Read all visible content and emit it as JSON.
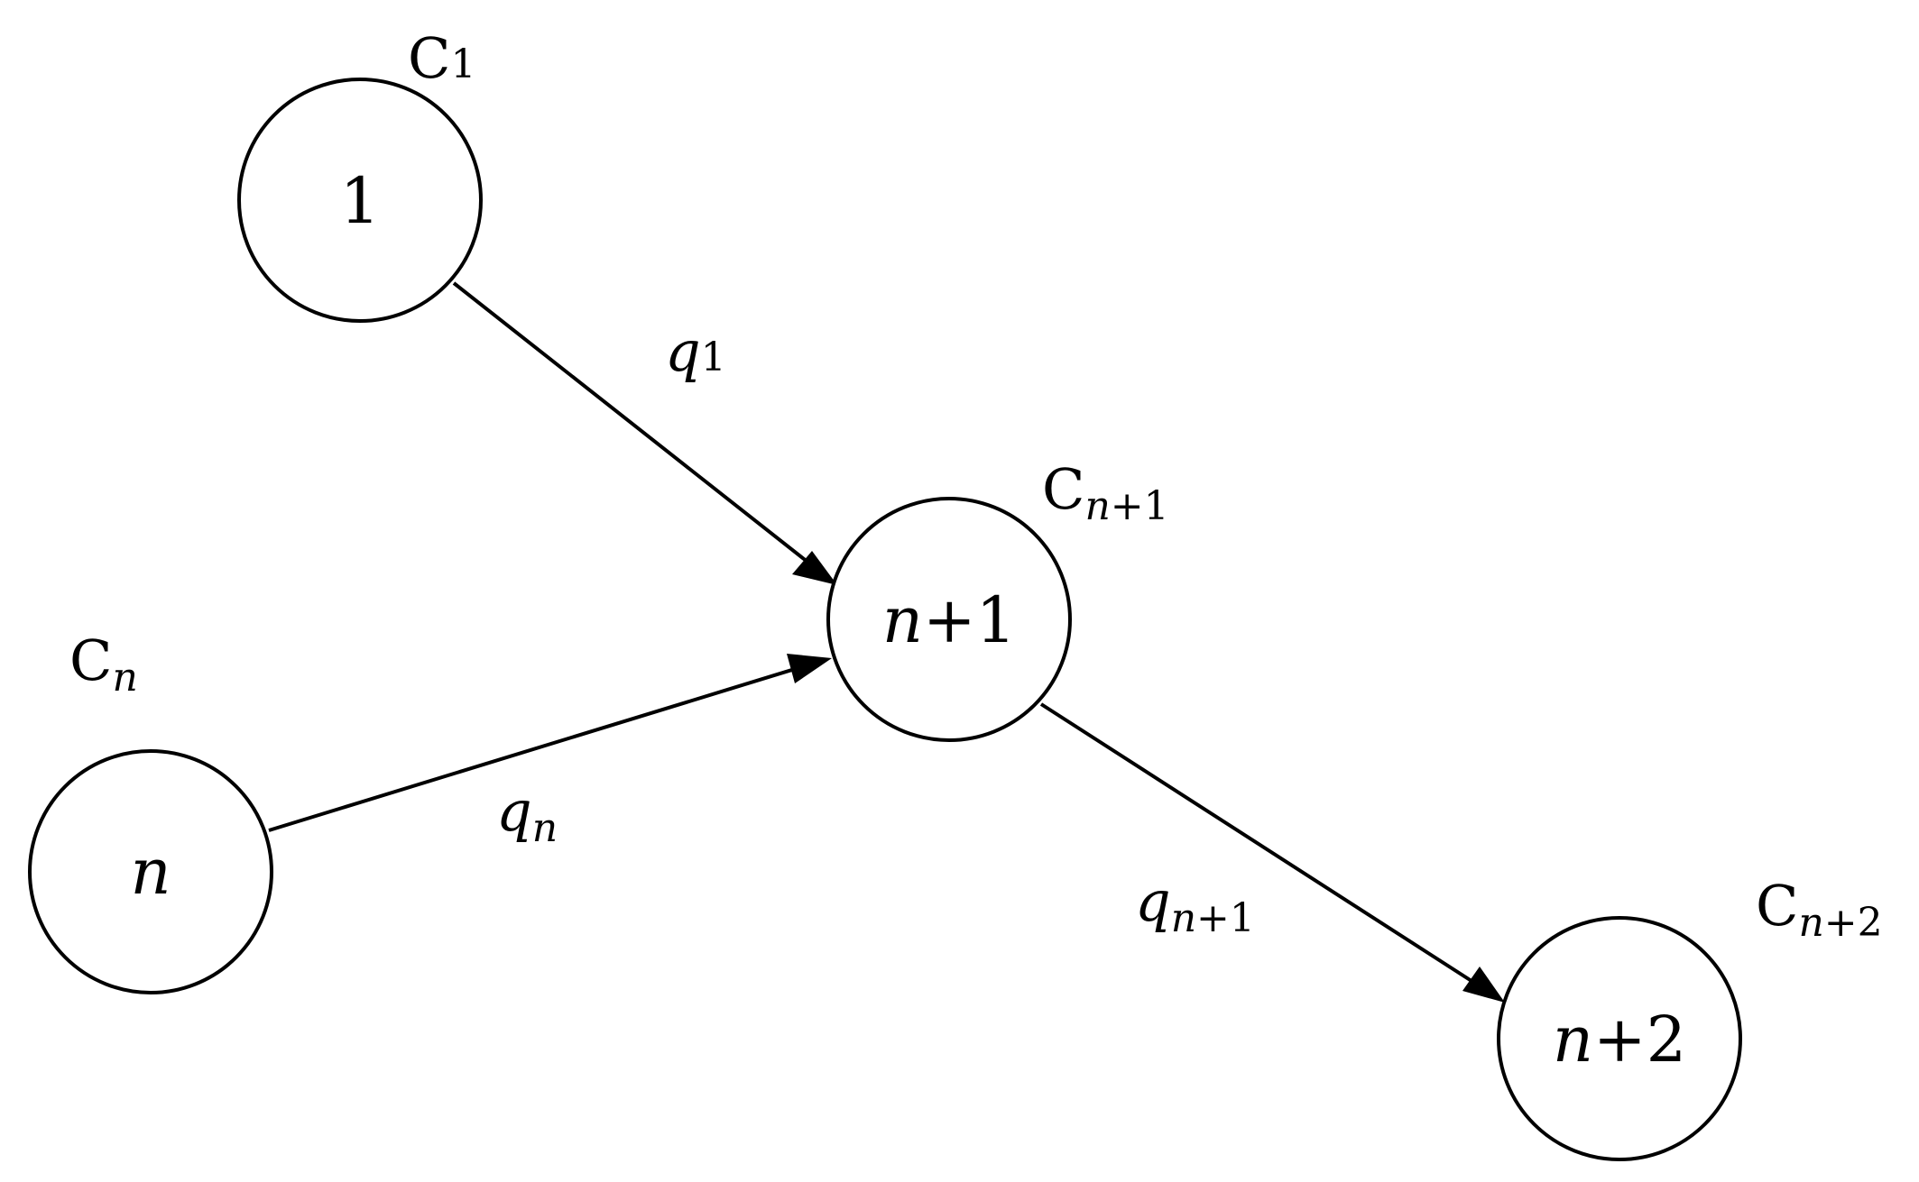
{
  "diagram": {
    "nodes": [
      {
        "id": "n1",
        "label_var": "",
        "label_op": "",
        "label_num": "1",
        "cap_main": "C",
        "cap_sub_var": "",
        "cap_sub_op": "",
        "cap_sub_num": "1"
      },
      {
        "id": "nn",
        "label_var": "n",
        "label_op": "",
        "label_num": "",
        "cap_main": "C",
        "cap_sub_var": "n",
        "cap_sub_op": "",
        "cap_sub_num": ""
      },
      {
        "id": "nn1",
        "label_var": "n",
        "label_op": "+",
        "label_num": "1",
        "cap_main": "C",
        "cap_sub_var": "n",
        "cap_sub_op": "+",
        "cap_sub_num": "1"
      },
      {
        "id": "nn2",
        "label_var": "n",
        "label_op": "+",
        "label_num": "2",
        "cap_main": "C",
        "cap_sub_var": "n",
        "cap_sub_op": "+",
        "cap_sub_num": "2"
      }
    ],
    "edges": [
      {
        "from": "n1",
        "to": "nn1",
        "label_main": "q",
        "label_sub_var": "",
        "label_sub_op": "",
        "label_sub_num": "1"
      },
      {
        "from": "nn",
        "to": "nn1",
        "label_main": "q",
        "label_sub_var": "n",
        "label_sub_op": "",
        "label_sub_num": ""
      },
      {
        "from": "nn1",
        "to": "nn2",
        "label_main": "q",
        "label_sub_var": "n",
        "label_sub_op": "+",
        "label_sub_num": "1"
      }
    ]
  }
}
